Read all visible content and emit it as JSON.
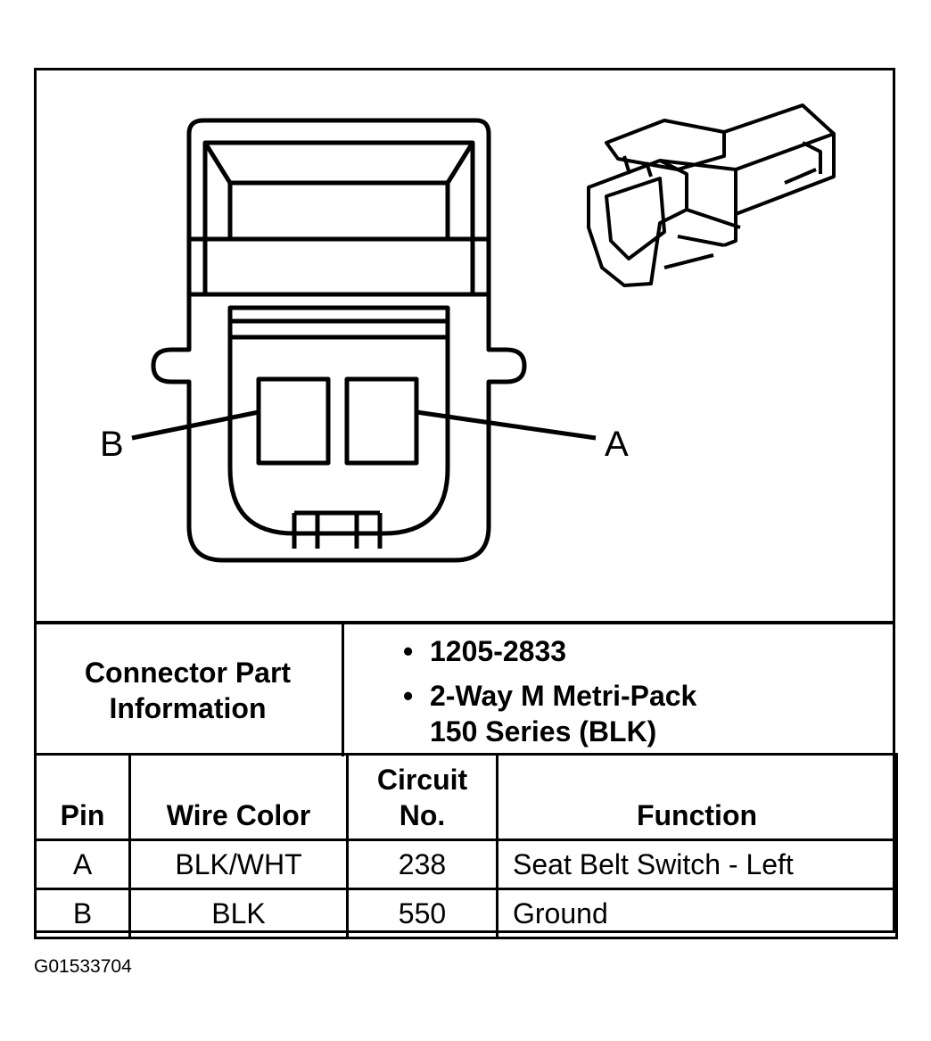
{
  "diagram": {
    "pin_labels": {
      "left": "B",
      "right": "A"
    }
  },
  "connector_info": {
    "heading_line1": "Connector Part",
    "heading_line2": "Information",
    "bullets": [
      {
        "symbol": "•",
        "lines": [
          "1205-2833"
        ]
      },
      {
        "symbol": "•",
        "lines": [
          "2-Way M Metri-Pack",
          "150 Series (BLK)"
        ]
      }
    ]
  },
  "table": {
    "headers": {
      "pin": "Pin",
      "wire_color": "Wire Color",
      "circuit_line1": "Circuit",
      "circuit_line2": "No.",
      "function": "Function"
    },
    "rows": [
      {
        "pin": "A",
        "wire_color": "BLK/WHT",
        "circuit": "238",
        "function": "Seat Belt Switch - Left"
      },
      {
        "pin": "B",
        "wire_color": "BLK",
        "circuit": "550",
        "function": "Ground"
      }
    ]
  },
  "figure_code": "G01533704"
}
